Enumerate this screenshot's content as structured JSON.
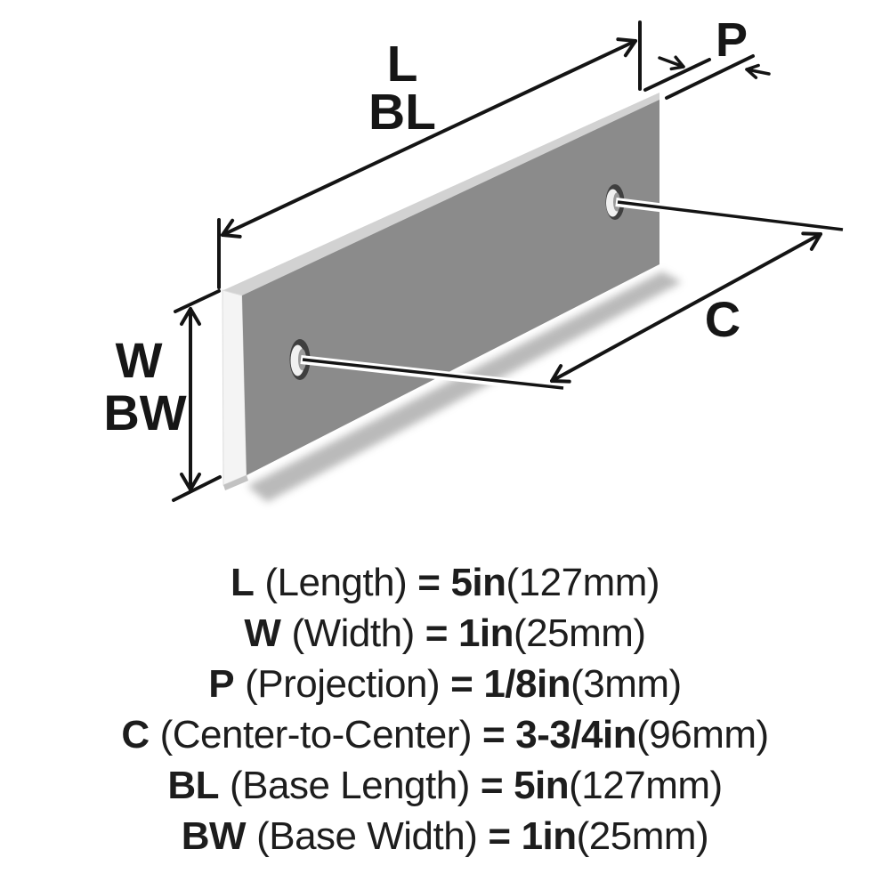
{
  "colors": {
    "background": "#ffffff",
    "line": "#141414",
    "text": "#1d1d1d",
    "plate_face": "#8b8b8b",
    "plate_top": "#d2d2d2",
    "plate_side": "#f4f4f4",
    "plate_side_bottom": "#c2c2c2",
    "shadow": "#a3a3a3"
  },
  "diagram": {
    "labels": {
      "length": "L",
      "base_length": "BL",
      "projection": "P",
      "center_to_center": "C",
      "width": "W",
      "base_width": "BW"
    }
  },
  "specs": {
    "rows": [
      {
        "symbol": "L",
        "name": "(Length)",
        "equals": "=",
        "value": "5in",
        "metric": "(127mm)"
      },
      {
        "symbol": "W",
        "name": "(Width)",
        "equals": "=",
        "value": "1in",
        "metric": "(25mm)"
      },
      {
        "symbol": "P",
        "name": "(Projection)",
        "equals": "=",
        "value": "1/8in",
        "metric": "(3mm)"
      },
      {
        "symbol": "C",
        "name": "(Center-to-Center)",
        "equals": "=",
        "value": "3-3/4in",
        "metric": "(96mm)"
      },
      {
        "symbol": "BL",
        "name": "(Base Length)",
        "equals": "=",
        "value": "5in",
        "metric": "(127mm)"
      },
      {
        "symbol": "BW",
        "name": "(Base Width)",
        "equals": "=",
        "value": "1in",
        "metric": "(25mm)"
      }
    ]
  }
}
